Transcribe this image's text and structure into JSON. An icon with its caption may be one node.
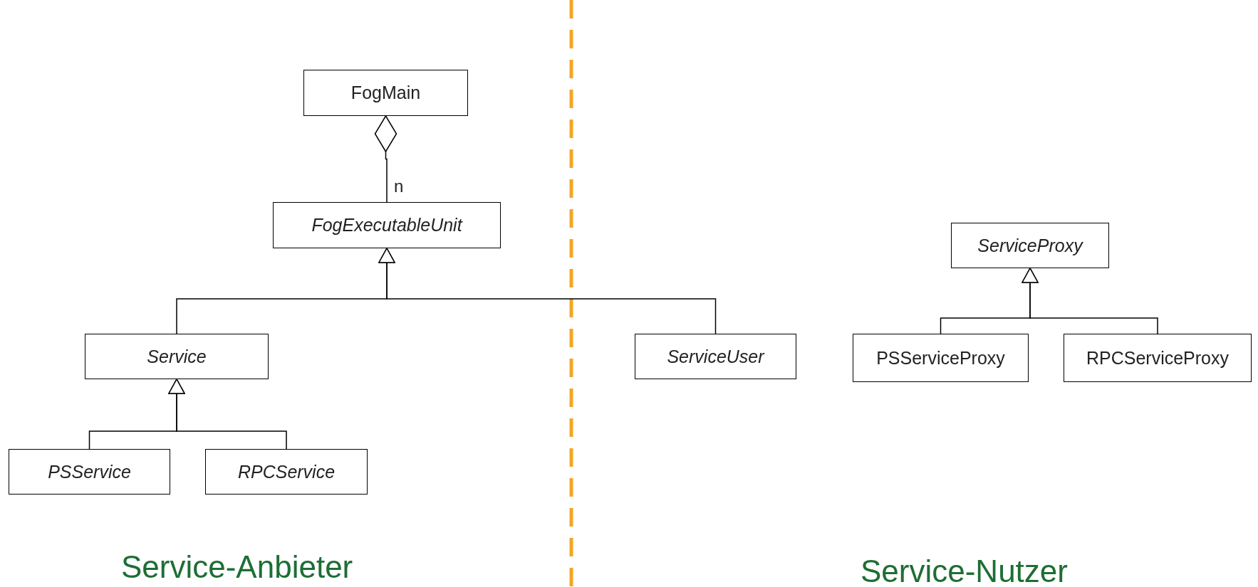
{
  "diagram": {
    "nodes": [
      {
        "text": [
          "FogMain"
        ]
      },
      {
        "text": [
          "FogExecutableUnit"
        ]
      },
      {
        "text": [
          "Service"
        ]
      },
      {
        "text": [
          "ServiceUser"
        ]
      },
      {
        "text": [
          "PSService"
        ]
      },
      {
        "text": [
          "RPCService"
        ]
      },
      {
        "text": [
          "ServiceProxy"
        ]
      },
      {
        "text": [
          "PSServiceProxy"
        ]
      },
      {
        "text": [
          "RPCServiceProxy"
        ]
      }
    ],
    "edges": [
      {
        "from": 1,
        "to": 0,
        "arrow": "other",
        "label": "n"
      },
      {
        "from": 2,
        "to": 1,
        "arrow": "to"
      },
      {
        "from": 3,
        "to": 1,
        "arrow": "to"
      },
      {
        "from": 4,
        "to": 2,
        "arrow": "to"
      },
      {
        "from": 5,
        "to": 2,
        "arrow": "to"
      },
      {
        "from": 7,
        "to": 6,
        "arrow": "to"
      },
      {
        "from": 8,
        "to": 6,
        "arrow": "to"
      }
    ],
    "labels": [
      "Service-Anbieter",
      "Service-Nutzer"
    ]
  }
}
